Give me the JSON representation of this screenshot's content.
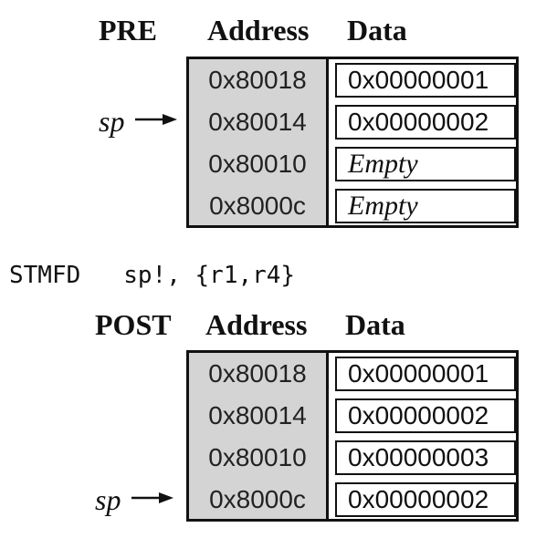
{
  "pre": {
    "state_label": "PRE",
    "address_header": "Address",
    "data_header": "Data",
    "rows": [
      {
        "address": "0x80018",
        "data": "0x00000001",
        "italic": false
      },
      {
        "address": "0x80014",
        "data": "0x00000002",
        "italic": false
      },
      {
        "address": "0x80010",
        "data": "Empty",
        "italic": true
      },
      {
        "address": "0x8000c",
        "data": "Empty",
        "italic": true
      }
    ],
    "sp_label": "sp",
    "sp_row": 1
  },
  "instruction": {
    "mnemonic": "STMFD",
    "operands": "sp!, {r1,r4}"
  },
  "post": {
    "state_label": "POST",
    "address_header": "Address",
    "data_header": "Data",
    "rows": [
      {
        "address": "0x80018",
        "data": "0x00000001",
        "italic": false
      },
      {
        "address": "0x80014",
        "data": "0x00000002",
        "italic": false
      },
      {
        "address": "0x80010",
        "data": "0x00000003",
        "italic": false
      },
      {
        "address": "0x8000c",
        "data": "0x00000002",
        "italic": false
      }
    ],
    "sp_label": "sp",
    "sp_row": 3
  }
}
